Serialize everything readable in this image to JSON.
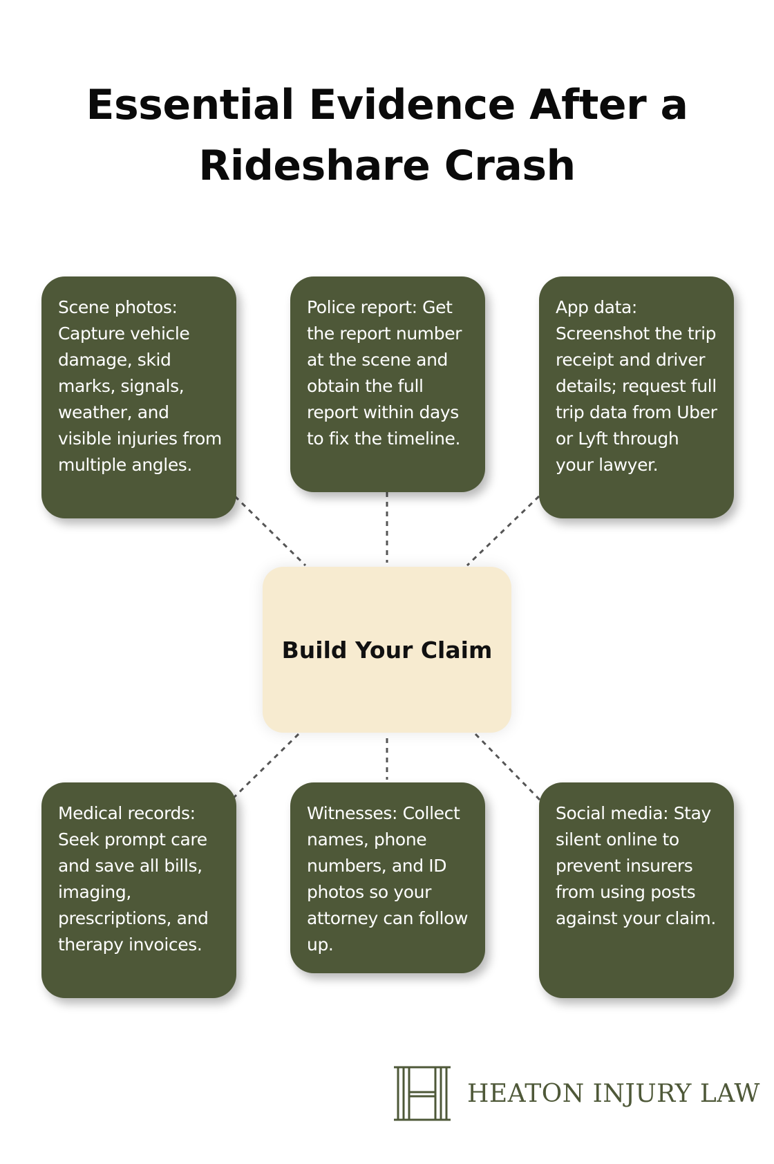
{
  "title": "Essential Evidence After a Rideshare Crash",
  "hub": {
    "label": "Build Your Claim"
  },
  "cards": [
    "Scene photos: Capture vehicle damage, skid marks, signals, weather, and visible injuries from multiple angles.",
    "Police report: Get the report number at the scene and obtain the full report within days to fix the timeline.",
    "App data: Screenshot the trip receipt and driver details; request full trip data from Uber or Lyft through your lawyer.",
    "Medical records: Seek prompt care and save all bills, imaging, prescriptions, and therapy invoices.",
    "Witnesses: Collect names, phone numbers, and ID photos so your attorney can follow up.",
    "Social media: Stay silent online to prevent insurers from using posts against your claim."
  ],
  "logo": {
    "text": "HEATON INJURY LAW",
    "color": "#4e5838"
  },
  "colors": {
    "card": "#4e5838",
    "hub": "#f7ebd0",
    "connector": "#555555"
  }
}
